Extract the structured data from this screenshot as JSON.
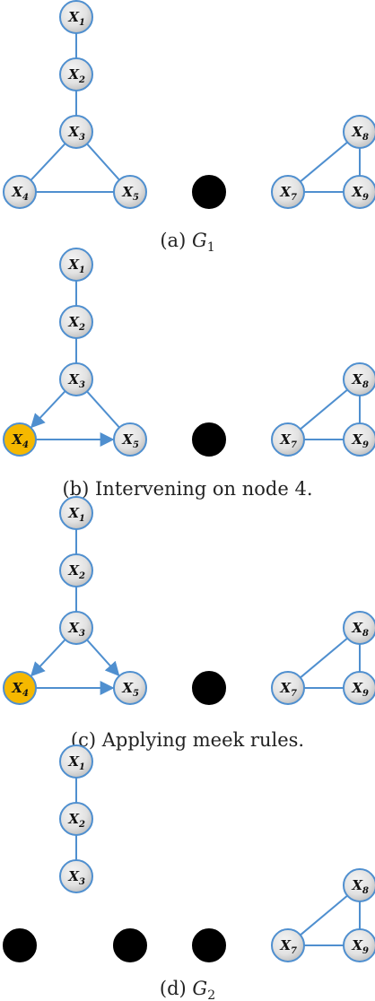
{
  "colors": {
    "edge": "#4f8fcf",
    "node_fill_light": "#f2f2f2",
    "node_fill_dark": "#c8c8c8",
    "node_stroke": "#4f8fcf",
    "intervened_fill": "#f5b800",
    "isolated_fill": "#000000"
  },
  "panels": [
    {
      "id": "a",
      "caption_prefix": "(a)",
      "caption_text": "G",
      "caption_sub": "1",
      "nodes": [
        {
          "id": "x1",
          "symbol": "X",
          "sub": "1"
        },
        {
          "id": "x2",
          "symbol": "X",
          "sub": "2"
        },
        {
          "id": "x3",
          "symbol": "X",
          "sub": "3"
        },
        {
          "id": "x4",
          "symbol": "X",
          "sub": "4"
        },
        {
          "id": "x5",
          "symbol": "X",
          "sub": "5"
        },
        {
          "id": "x6",
          "symbol": "",
          "sub": "",
          "style": "isolated"
        },
        {
          "id": "x7",
          "symbol": "X",
          "sub": "7"
        },
        {
          "id": "x8",
          "symbol": "X",
          "sub": "8"
        },
        {
          "id": "x9",
          "symbol": "X",
          "sub": "9"
        }
      ],
      "edges": [
        {
          "from": "x1",
          "to": "x2",
          "directed": false
        },
        {
          "from": "x2",
          "to": "x3",
          "directed": false
        },
        {
          "from": "x3",
          "to": "x4",
          "directed": false
        },
        {
          "from": "x3",
          "to": "x5",
          "directed": false
        },
        {
          "from": "x4",
          "to": "x5",
          "directed": false
        },
        {
          "from": "x7",
          "to": "x8",
          "directed": false
        },
        {
          "from": "x7",
          "to": "x9",
          "directed": false
        },
        {
          "from": "x8",
          "to": "x9",
          "directed": false
        }
      ]
    },
    {
      "id": "b",
      "caption_prefix": "(b)",
      "caption_text": "Intervening on node 4.",
      "caption_sub": "",
      "nodes": [
        {
          "id": "x1",
          "symbol": "X",
          "sub": "1"
        },
        {
          "id": "x2",
          "symbol": "X",
          "sub": "2"
        },
        {
          "id": "x3",
          "symbol": "X",
          "sub": "3"
        },
        {
          "id": "x4",
          "symbol": "X",
          "sub": "4",
          "style": "intervened"
        },
        {
          "id": "x5",
          "symbol": "X",
          "sub": "5"
        },
        {
          "id": "x6",
          "symbol": "",
          "sub": "",
          "style": "isolated"
        },
        {
          "id": "x7",
          "symbol": "X",
          "sub": "7"
        },
        {
          "id": "x8",
          "symbol": "X",
          "sub": "8"
        },
        {
          "id": "x9",
          "symbol": "X",
          "sub": "9"
        }
      ],
      "edges": [
        {
          "from": "x1",
          "to": "x2",
          "directed": false
        },
        {
          "from": "x2",
          "to": "x3",
          "directed": false
        },
        {
          "from": "x3",
          "to": "x4",
          "directed": true
        },
        {
          "from": "x3",
          "to": "x5",
          "directed": false
        },
        {
          "from": "x4",
          "to": "x5",
          "directed": true
        },
        {
          "from": "x7",
          "to": "x8",
          "directed": false
        },
        {
          "from": "x7",
          "to": "x9",
          "directed": false
        },
        {
          "from": "x8",
          "to": "x9",
          "directed": false
        }
      ]
    },
    {
      "id": "c",
      "caption_prefix": "(c)",
      "caption_text": "Applying meek rules.",
      "caption_sub": "",
      "nodes": [
        {
          "id": "x1",
          "symbol": "X",
          "sub": "1"
        },
        {
          "id": "x2",
          "symbol": "X",
          "sub": "2"
        },
        {
          "id": "x3",
          "symbol": "X",
          "sub": "3"
        },
        {
          "id": "x4",
          "symbol": "X",
          "sub": "4",
          "style": "intervened"
        },
        {
          "id": "x5",
          "symbol": "X",
          "sub": "5"
        },
        {
          "id": "x6",
          "symbol": "",
          "sub": "",
          "style": "isolated"
        },
        {
          "id": "x7",
          "symbol": "X",
          "sub": "7"
        },
        {
          "id": "x8",
          "symbol": "X",
          "sub": "8"
        },
        {
          "id": "x9",
          "symbol": "X",
          "sub": "9"
        }
      ],
      "edges": [
        {
          "from": "x1",
          "to": "x2",
          "directed": false
        },
        {
          "from": "x2",
          "to": "x3",
          "directed": false
        },
        {
          "from": "x3",
          "to": "x4",
          "directed": true
        },
        {
          "from": "x3",
          "to": "x5",
          "directed": true
        },
        {
          "from": "x4",
          "to": "x5",
          "directed": true
        },
        {
          "from": "x7",
          "to": "x8",
          "directed": false
        },
        {
          "from": "x7",
          "to": "x9",
          "directed": false
        },
        {
          "from": "x8",
          "to": "x9",
          "directed": false
        }
      ]
    },
    {
      "id": "d",
      "caption_prefix": "(d)",
      "caption_text": "G",
      "caption_sub": "2",
      "nodes": [
        {
          "id": "x1",
          "symbol": "X",
          "sub": "1"
        },
        {
          "id": "x2",
          "symbol": "X",
          "sub": "2"
        },
        {
          "id": "x3",
          "symbol": "X",
          "sub": "3"
        },
        {
          "id": "x4",
          "symbol": "",
          "sub": "",
          "style": "isolated"
        },
        {
          "id": "x5",
          "symbol": "",
          "sub": "",
          "style": "isolated"
        },
        {
          "id": "x6",
          "symbol": "",
          "sub": "",
          "style": "isolated"
        },
        {
          "id": "x7",
          "symbol": "X",
          "sub": "7"
        },
        {
          "id": "x8",
          "symbol": "X",
          "sub": "8"
        },
        {
          "id": "x9",
          "symbol": "X",
          "sub": "9"
        }
      ],
      "edges": [
        {
          "from": "x1",
          "to": "x2",
          "directed": false
        },
        {
          "from": "x2",
          "to": "x3",
          "directed": false
        },
        {
          "from": "x7",
          "to": "x8",
          "directed": false
        },
        {
          "from": "x7",
          "to": "x9",
          "directed": false
        },
        {
          "from": "x8",
          "to": "x9",
          "directed": false
        }
      ]
    }
  ]
}
